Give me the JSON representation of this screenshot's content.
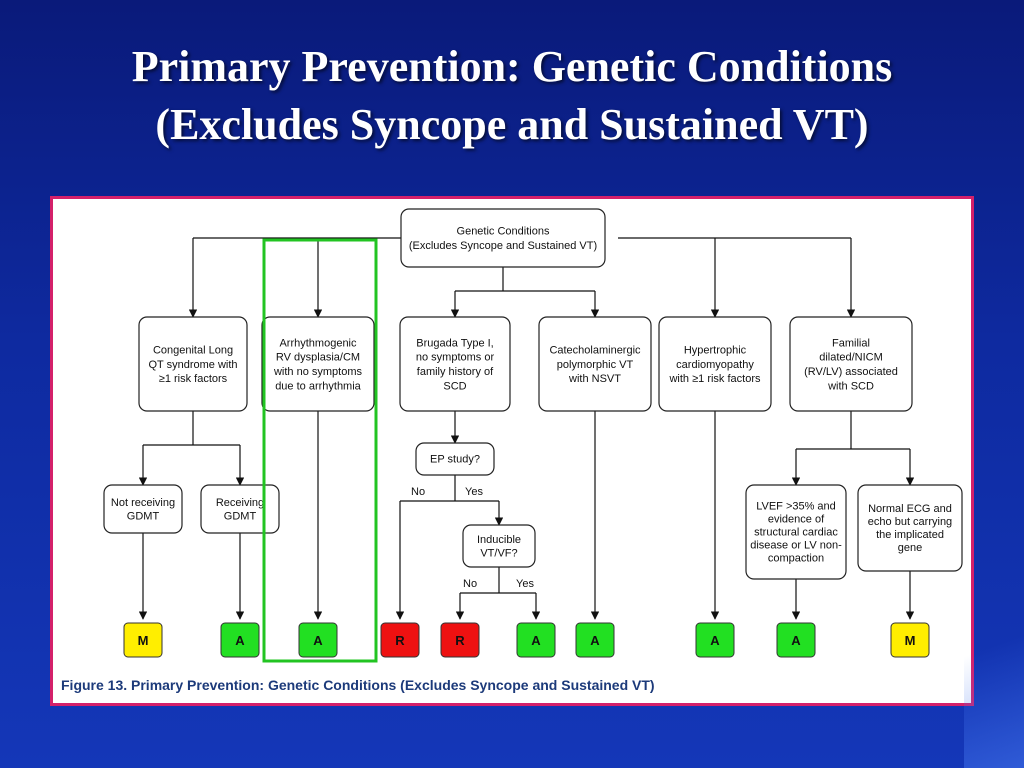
{
  "slide": {
    "title_line1": "Primary Prevention: Genetic Conditions",
    "title_line2": "(Excludes Syncope and Sustained VT)"
  },
  "figure": {
    "caption": "Figure 13.  Primary Prevention: Genetic Conditions (Excludes Syncope and Sustained VT)",
    "border_color": "#d4206a",
    "highlight_color": "#22c422",
    "badge_colors": {
      "M": "#ffee00",
      "A": "#22e022",
      "R": "#ee1111"
    },
    "root": {
      "lines": [
        "Genetic Conditions",
        "(Excludes Syncope and Sustained VT)"
      ]
    },
    "conditions": [
      {
        "id": "lqts",
        "lines": [
          "Congenital Long",
          "QT syndrome with",
          "≥1 risk factors"
        ]
      },
      {
        "id": "arvd",
        "lines": [
          "Arrhythmogenic",
          "RV dysplasia/CM",
          "with no symptoms",
          "due to arrhythmia"
        ]
      },
      {
        "id": "brugada",
        "lines": [
          "Brugada Type I,",
          "no symptoms or",
          "family history of",
          "SCD"
        ]
      },
      {
        "id": "cpvt",
        "lines": [
          "Catecholaminergic",
          "polymorphic VT",
          "with NSVT"
        ]
      },
      {
        "id": "hcm",
        "lines": [
          "Hypertrophic",
          "cardiomyopathy",
          "with ≥1 risk factors"
        ]
      },
      {
        "id": "nicm",
        "lines": [
          "Familial",
          "dilated/NICM",
          "(RV/LV)  associated",
          "with SCD"
        ]
      }
    ],
    "sub_nodes": [
      {
        "id": "not-gdmt",
        "lines": [
          "Not receiving",
          "GDMT"
        ]
      },
      {
        "id": "gdmt",
        "lines": [
          "Receiving",
          "GDMT"
        ]
      },
      {
        "id": "ep-study",
        "lines": [
          "EP study?"
        ]
      },
      {
        "id": "inducible",
        "lines": [
          "Inducible",
          "VT/VF?"
        ]
      },
      {
        "id": "lvef",
        "lines": [
          "LVEF >35% and",
          "evidence of",
          "structural cardiac",
          "disease or LV non-",
          "compaction"
        ]
      },
      {
        "id": "normal-ecg",
        "lines": [
          "Normal ECG and",
          "echo but carrying",
          "the implicated",
          "gene"
        ]
      }
    ],
    "edge_labels": {
      "ep_no": "No",
      "ep_yes": "Yes",
      "ind_no": "No",
      "ind_yes": "Yes"
    },
    "outcomes": [
      {
        "id": "lqts-not-gdmt",
        "label": "M"
      },
      {
        "id": "lqts-gdmt",
        "label": "A"
      },
      {
        "id": "arvd",
        "label": "A"
      },
      {
        "id": "ep-no",
        "label": "R"
      },
      {
        "id": "ind-no",
        "label": "R"
      },
      {
        "id": "ind-yes",
        "label": "A"
      },
      {
        "id": "cpvt",
        "label": "A"
      },
      {
        "id": "hcm",
        "label": "A"
      },
      {
        "id": "lvef",
        "label": "A"
      },
      {
        "id": "normal-ecg",
        "label": "M"
      }
    ]
  }
}
